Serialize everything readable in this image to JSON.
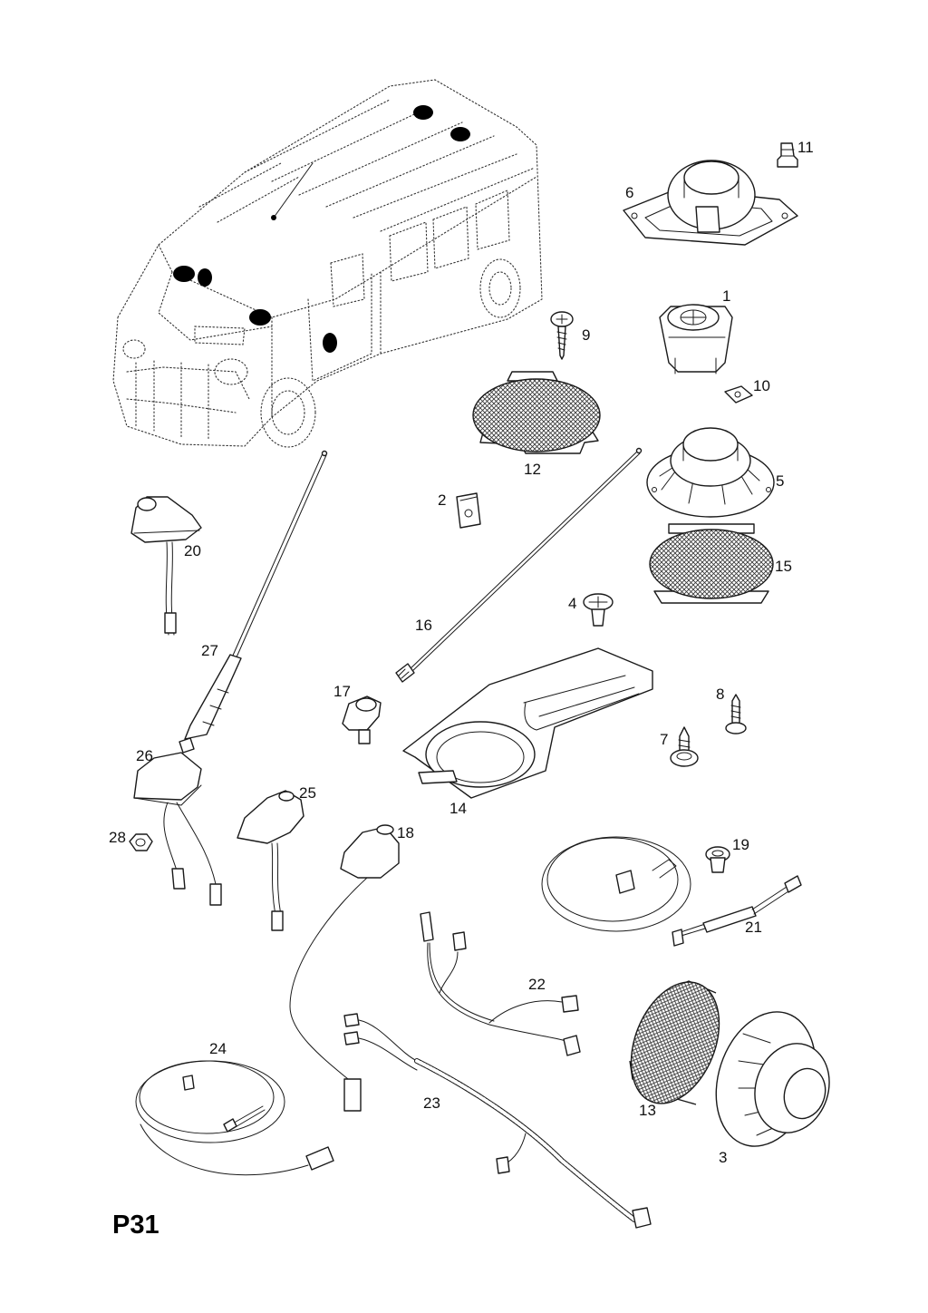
{
  "page_code": "P31",
  "callouts": {
    "c1": "1",
    "c2": "2",
    "c3": "3",
    "c4": "4",
    "c5": "5",
    "c6": "6",
    "c7": "7",
    "c8": "8",
    "c9": "9",
    "c10": "10",
    "c11": "11",
    "c12": "12",
    "c13": "13",
    "c14": "14",
    "c15": "15",
    "c16": "16",
    "c17": "17",
    "c18": "18",
    "c19": "19",
    "c20": "20",
    "c21": "21",
    "c22": "22",
    "c23": "23",
    "c24": "24",
    "c25": "25",
    "c26": "26",
    "c27": "27",
    "c28": "28"
  }
}
